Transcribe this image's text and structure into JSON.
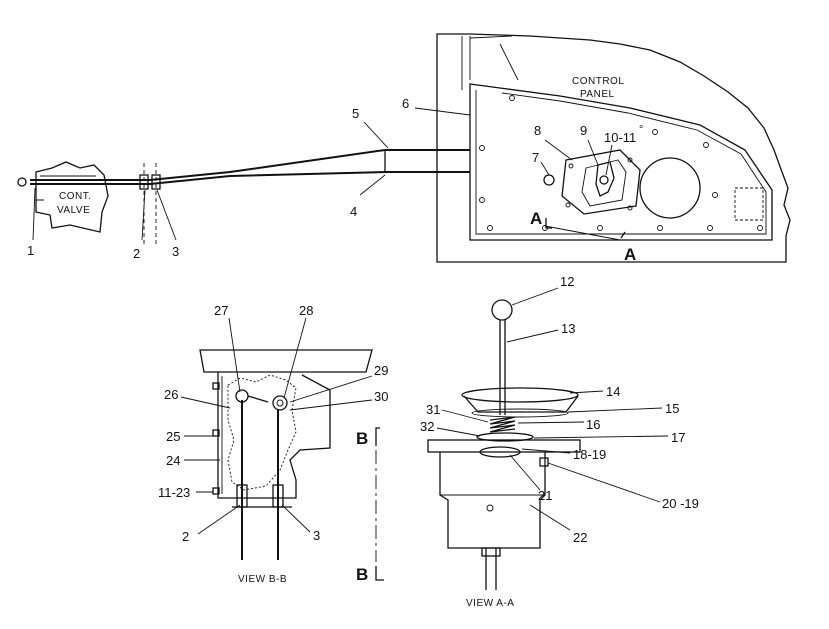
{
  "labels": {
    "control_panel_line1": "CONTROL",
    "control_panel_line2": "PANEL",
    "cont_valve_line1": "CONT.",
    "cont_valve_line2": "VALVE",
    "section_a_top": "A",
    "section_a_bottom": "A",
    "section_b_top": "B",
    "section_b_bottom": "B",
    "view_bb": "VIEW  B-B",
    "view_aa": "VIEW  A-A"
  },
  "callouts": {
    "c1": "1",
    "c2": "2",
    "c3": "3",
    "c4": "4",
    "c5": "5",
    "c6": "6",
    "c7": "7",
    "c8": "8",
    "c9": "9",
    "c10_11": "10-11",
    "c12": "12",
    "c13": "13",
    "c14": "14",
    "c15": "15",
    "c16": "16",
    "c17": "17",
    "c18_19": "18-19",
    "c20_19": "20 -19",
    "c21": "21",
    "c22": "22",
    "c31": "31",
    "c32": "32",
    "b26": "26",
    "b27": "27",
    "b28": "28",
    "b29": "29",
    "b30": "30",
    "b25": "25",
    "b24": "24",
    "b11_23": "11-23",
    "b2": "2",
    "b3": "3"
  }
}
